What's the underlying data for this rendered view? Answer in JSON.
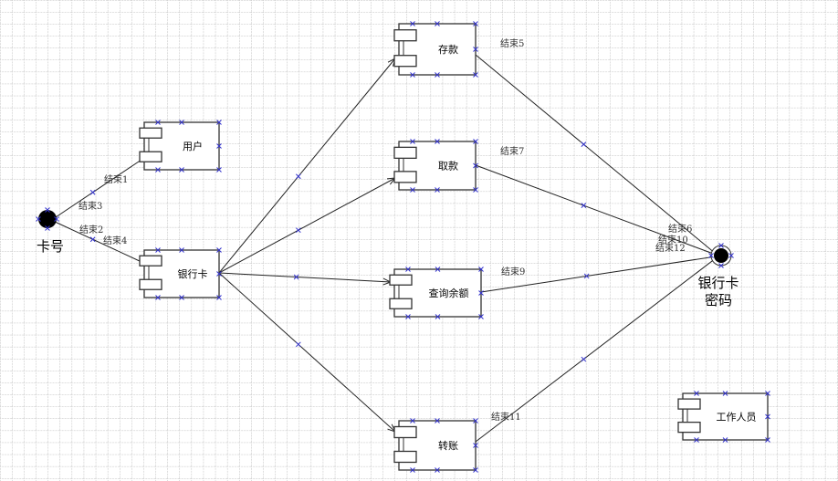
{
  "nodes": {
    "start": {
      "label": "卡号"
    },
    "end": {
      "label_line1": "银行卡",
      "label_line2": "密码"
    }
  },
  "components": [
    {
      "id": "user",
      "label": "用户"
    },
    {
      "id": "card",
      "label": "银行卡"
    },
    {
      "id": "deposit",
      "label": "存款"
    },
    {
      "id": "withdraw",
      "label": "取款"
    },
    {
      "id": "query",
      "label": "查询余额"
    },
    {
      "id": "transfer",
      "label": "转账"
    },
    {
      "id": "staff",
      "label": "工作人员"
    }
  ],
  "end_labels": [
    "结束1",
    "结束2",
    "结束3",
    "结束4",
    "结束5",
    "结束6",
    "结束7",
    "结束9",
    "结束10",
    "结束11",
    "结束12"
  ]
}
